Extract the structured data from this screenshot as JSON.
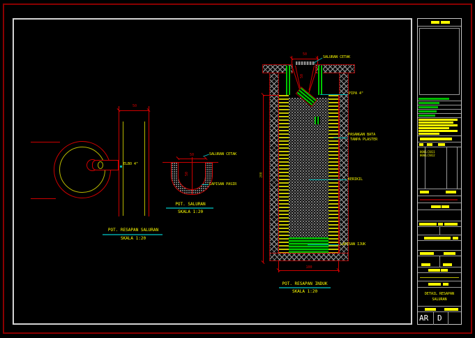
{
  "colors": {
    "page_border_red": "#8b0000",
    "line_red": "#cf0000",
    "annotation_yellow": "#ffff00",
    "leader_cyan": "#00b7b7",
    "underline_teal": "#007f7f",
    "green": "#00c800",
    "olive_yellow": "#c9c900",
    "frame_gray": "#c8c8c8"
  },
  "drawings": {
    "plan": {
      "title": "POT. RESAPAN SALURAN",
      "scale": "SKALA 1:20",
      "elbow_label": "ELBO 4\"",
      "dim_width": "50"
    },
    "channel": {
      "title": "POT. SALURAN",
      "scale": "SKALA 1:20",
      "cetak_label": "SALURAN CETAK",
      "pasir_label": "LAPISAN PASIR",
      "dim_width": "50",
      "dim_depth": "50"
    },
    "induk": {
      "title": "POT. RESAPAN INDUK",
      "scale": "SKALA 1:20",
      "cetak_label": "SALURAN CETAK",
      "pipe_label": "PIPA 4\"",
      "bata_label_1": "PASANGAN BATA",
      "bata_label_2": "TANPA PLASTER",
      "kerikil_label": "KERIKIL",
      "ijuk_label": "LAPISAN IJUK",
      "dim_top": "50",
      "dim_funnel": "50",
      "dim_depth": "200",
      "dim_width": "100"
    }
  },
  "titleblock": {
    "doc_number_1": "0001/2011",
    "doc_number_2": "0001/2012",
    "sheet_title_1": "DETAIL RESAPAN",
    "sheet_title_2": "SALURAN",
    "discipline": "AR",
    "sheet_code": "D"
  }
}
